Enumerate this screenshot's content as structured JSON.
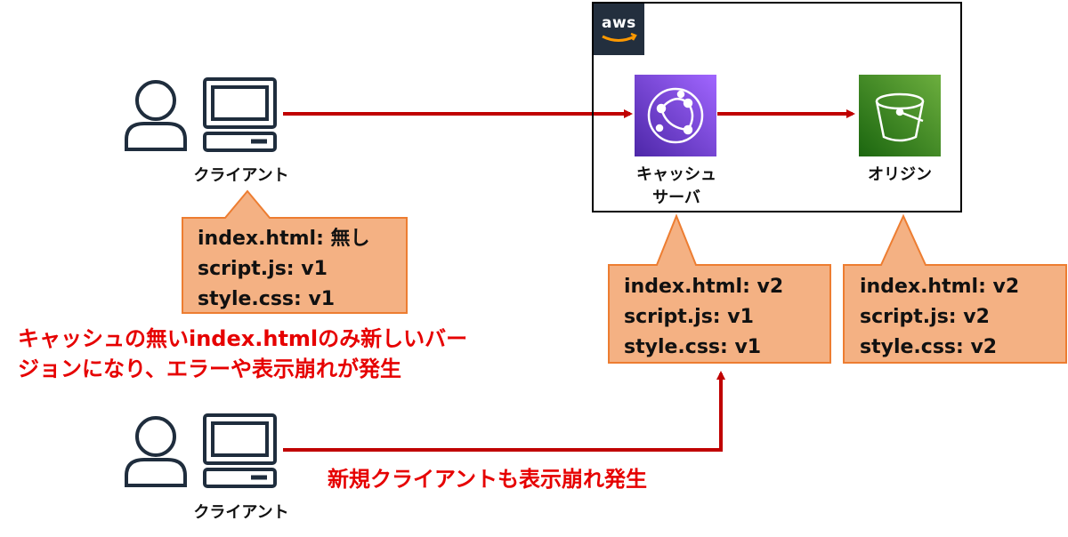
{
  "aws_logo_text": "aws",
  "cache_server": {
    "line1": "キャッシュ",
    "line2": "サーバ"
  },
  "origin_label": "オリジン",
  "client_top_label": "クライアント",
  "client_bottom_label": "クライアント",
  "client_callout": [
    "index.html: 無し",
    "script.js: v1",
    "style.css: v1"
  ],
  "cache_callout": [
    "index.html: v2",
    "script.js: v1",
    "style.css: v1"
  ],
  "origin_callout": [
    "index.html: v2",
    "script.js: v2",
    "style.css: v2"
  ],
  "warning": {
    "line1": "キャッシュの無いindex.htmlのみ新しいバー",
    "line2": "ジョンになり、エラーや表示崩れが発生"
  },
  "new_client_note": "新規クライアントも表示崩れ発生",
  "colors": {
    "arrow": "#c00000",
    "callout_fill": "#f4b183",
    "callout_stroke": "#ed7d31",
    "warning_text": "#e60000",
    "aws_dark": "#232f3e"
  }
}
